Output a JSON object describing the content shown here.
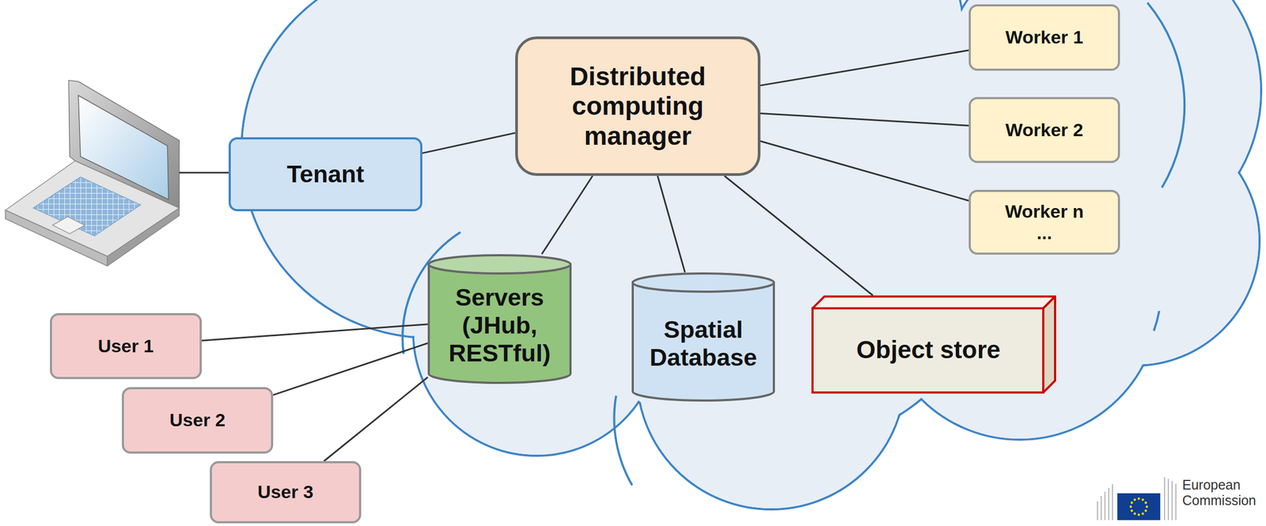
{
  "diagram": {
    "nodes": [
      {
        "text": [
          "Tenant"
        ]
      },
      {
        "text": [
          "Distributed computing manager"
        ]
      },
      {
        "text": [
          "Worker 1"
        ]
      },
      {
        "text": [
          "Worker 2"
        ]
      },
      {
        "text": [
          "Worker n ..."
        ]
      },
      {
        "text": [
          "Servers (JHub, RESTful)"
        ]
      },
      {
        "text": [
          "Spatial Database"
        ]
      },
      {
        "text": [
          "Object store"
        ]
      },
      {
        "text": [
          "User 1"
        ]
      },
      {
        "text": [
          "User 2"
        ]
      },
      {
        "text": [
          "User 3"
        ]
      }
    ],
    "edges": [
      {
        "from": 0,
        "to": 1,
        "arrow": "none"
      },
      {
        "from": 1,
        "to": 2,
        "arrow": "none"
      },
      {
        "from": 1,
        "to": 3,
        "arrow": "none"
      },
      {
        "from": 1,
        "to": 4,
        "arrow": "none"
      },
      {
        "from": 1,
        "to": 5,
        "arrow": "none"
      },
      {
        "from": 1,
        "to": 6,
        "arrow": "none"
      },
      {
        "from": 1,
        "to": 7,
        "arrow": "none"
      },
      {
        "from": 8,
        "to": 5,
        "arrow": "none"
      },
      {
        "from": 9,
        "to": 5,
        "arrow": "none"
      },
      {
        "from": 10,
        "to": 5,
        "arrow": "none"
      }
    ],
    "labels": [
      "European Commission"
    ]
  }
}
